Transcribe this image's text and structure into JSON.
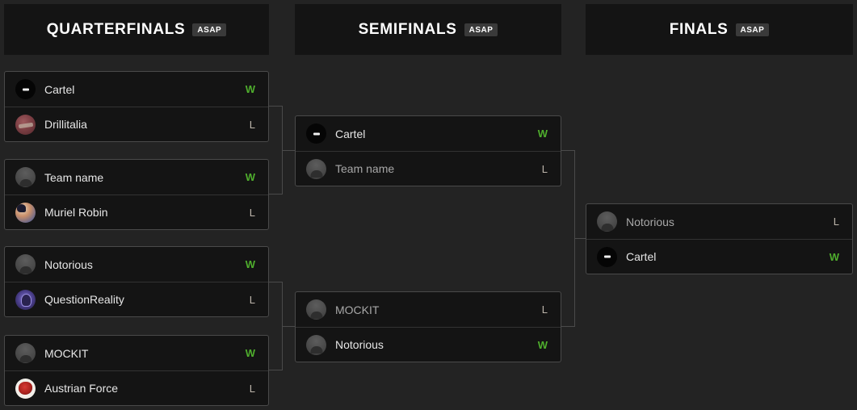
{
  "theme": {
    "page_background": "#232323",
    "panel_background": "#141414",
    "border_color": "#4a4a4a",
    "win_color": "#4fae2d",
    "loss_color": "#bdb5ab",
    "badge_background": "#3a3a3a"
  },
  "rounds": [
    {
      "id": "quarterfinals",
      "title": "QUARTERFINALS",
      "badge": "ASAP",
      "matches": [
        {
          "teams": [
            {
              "name": "Cartel",
              "result": "W",
              "outcome": "win",
              "avatar": "dark"
            },
            {
              "name": "Drillitalia",
              "result": "L",
              "outcome": "loss",
              "avatar": "maroon"
            }
          ]
        },
        {
          "teams": [
            {
              "name": "Team name",
              "result": "W",
              "outcome": "win",
              "avatar": "default"
            },
            {
              "name": "Muriel Robin",
              "result": "L",
              "outcome": "loss",
              "avatar": "colorful"
            }
          ]
        },
        {
          "teams": [
            {
              "name": "Notorious",
              "result": "W",
              "outcome": "win",
              "avatar": "default"
            },
            {
              "name": "QuestionReality",
              "result": "L",
              "outcome": "loss",
              "avatar": "purple"
            }
          ]
        },
        {
          "teams": [
            {
              "name": "MOCKIT",
              "result": "W",
              "outcome": "win",
              "avatar": "default"
            },
            {
              "name": "Austrian Force",
              "result": "L",
              "outcome": "loss",
              "avatar": "redwhite"
            }
          ]
        }
      ]
    },
    {
      "id": "semifinals",
      "title": "SEMIFINALS",
      "badge": "ASAP",
      "matches": [
        {
          "teams": [
            {
              "name": "Cartel",
              "result": "W",
              "outcome": "win",
              "avatar": "dark"
            },
            {
              "name": "Team name",
              "result": "L",
              "outcome": "loss",
              "avatar": "default"
            }
          ]
        },
        {
          "teams": [
            {
              "name": "MOCKIT",
              "result": "L",
              "outcome": "loss",
              "avatar": "default"
            },
            {
              "name": "Notorious",
              "result": "W",
              "outcome": "win",
              "avatar": "default"
            }
          ]
        }
      ]
    },
    {
      "id": "finals",
      "title": "FINALS",
      "badge": "ASAP",
      "matches": [
        {
          "teams": [
            {
              "name": "Notorious",
              "result": "L",
              "outcome": "loss",
              "avatar": "default"
            },
            {
              "name": "Cartel",
              "result": "W",
              "outcome": "win",
              "avatar": "dark"
            }
          ]
        }
      ]
    }
  ]
}
